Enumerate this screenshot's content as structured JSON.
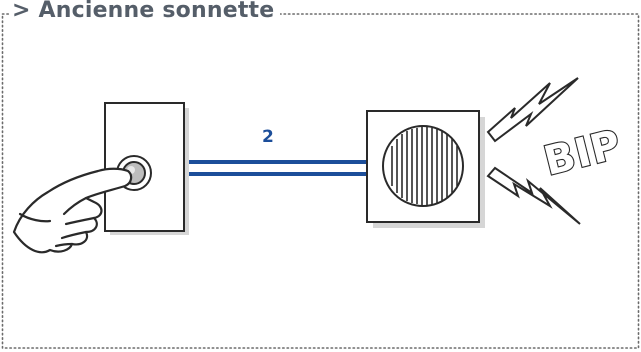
{
  "title": "> Ancienne sonnette",
  "wire_label": "2",
  "sound_text": "BIP",
  "colors": {
    "frame_line": "#6b6b6b",
    "title_text": "#555e69",
    "wire_blue": "#1c4e9a",
    "outline": "#2a2a2a",
    "shadow": "#c9c9c9"
  },
  "icons": [
    "pointing-hand-icon",
    "doorbell-button-icon",
    "speaker-icon",
    "lightning-bolt-icon"
  ]
}
